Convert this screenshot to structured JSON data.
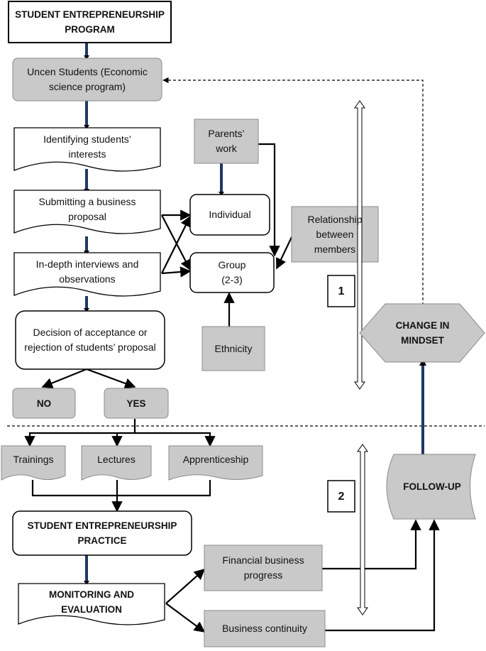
{
  "nodes": {
    "program": "STUDENT ENTREPRENEURSHIP PROGRAM",
    "students": "Uncen Students (Economic science program)",
    "interests": "Identifying students’ interests",
    "proposal": "Submitting a business proposal",
    "interviews": "In-depth interviews and observations",
    "decision": "Decision of acceptance or rejection of students’ proposal",
    "no": "NO",
    "yes": "YES",
    "parents": "Parents’ work",
    "individual": "Individual",
    "group": "Group\n(2-3)",
    "ethnicity": "Ethnicity",
    "relationship": "Relationship between members",
    "trainings": "Trainings",
    "lectures": "Lectures",
    "apprenticeship": "Apprenticeship",
    "practice": "STUDENT ENTREPRENEURSHIP PRACTICE",
    "monitoring": "MONITORING AND EVALUATION",
    "financial": "Financial business progress",
    "continuity": "Business continuity",
    "followup": "FOLLOW-UP",
    "mindset": "CHANGE IN MINDSET",
    "stage1": "1",
    "stage2": "2"
  },
  "colors": {
    "gray": "#c9c9c9",
    "navy": "#1f3864",
    "line": "#000000"
  }
}
